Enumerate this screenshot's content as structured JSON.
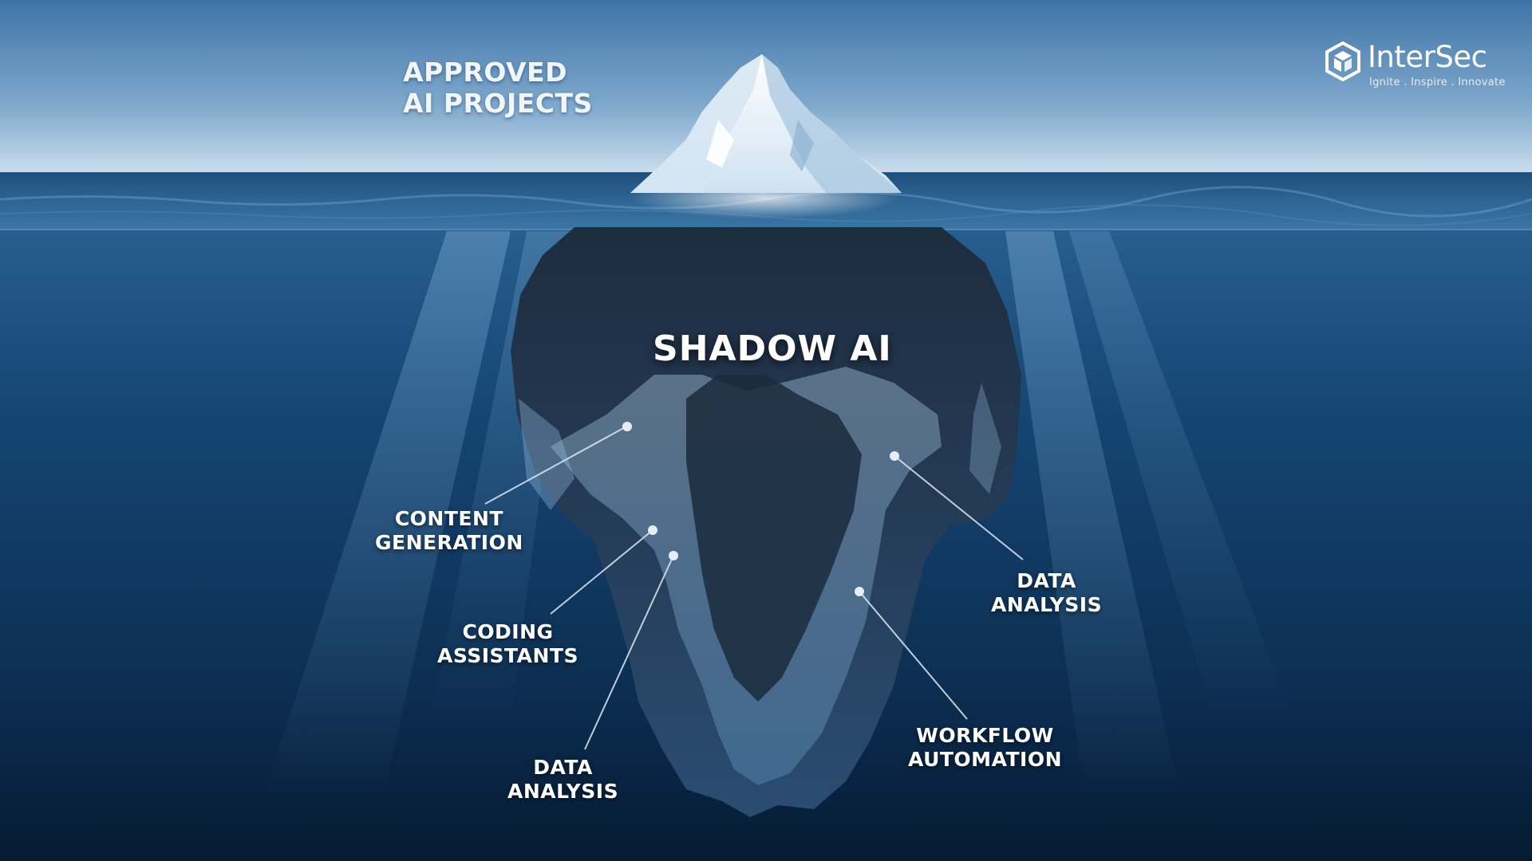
{
  "diagram": {
    "approved_label": {
      "line1": "APPROVED",
      "line2": "AI PROJECTS"
    },
    "hidden_label": "SHADOW AI",
    "callouts": [
      {
        "line1": "CONTENT",
        "line2": "GENERATION"
      },
      {
        "line1": "CODING",
        "line2": "ASSISTANTS"
      },
      {
        "line1": "DATA",
        "line2": "ANALYSIS"
      },
      {
        "line1": "DATA",
        "line2": "ANALYSIS"
      },
      {
        "line1": "WORKFLOW",
        "line2": "AUTOMATION"
      }
    ]
  },
  "brand": {
    "name": "InterSec",
    "tagline": "Ignite . Inspire . Innovate"
  },
  "colors": {
    "sky_top": "#4a7fb0",
    "sky_horizon": "#c8dbea",
    "ocean_surface": "#2a5f8f",
    "ocean_deep": "#081e38",
    "ice_light": "#eef5fb",
    "ice_dark": "#1b2a3c",
    "text": "#ffffff"
  },
  "icons": {
    "logo": "hexagon-cube-icon",
    "callout_marker": "dot-marker-icon"
  }
}
